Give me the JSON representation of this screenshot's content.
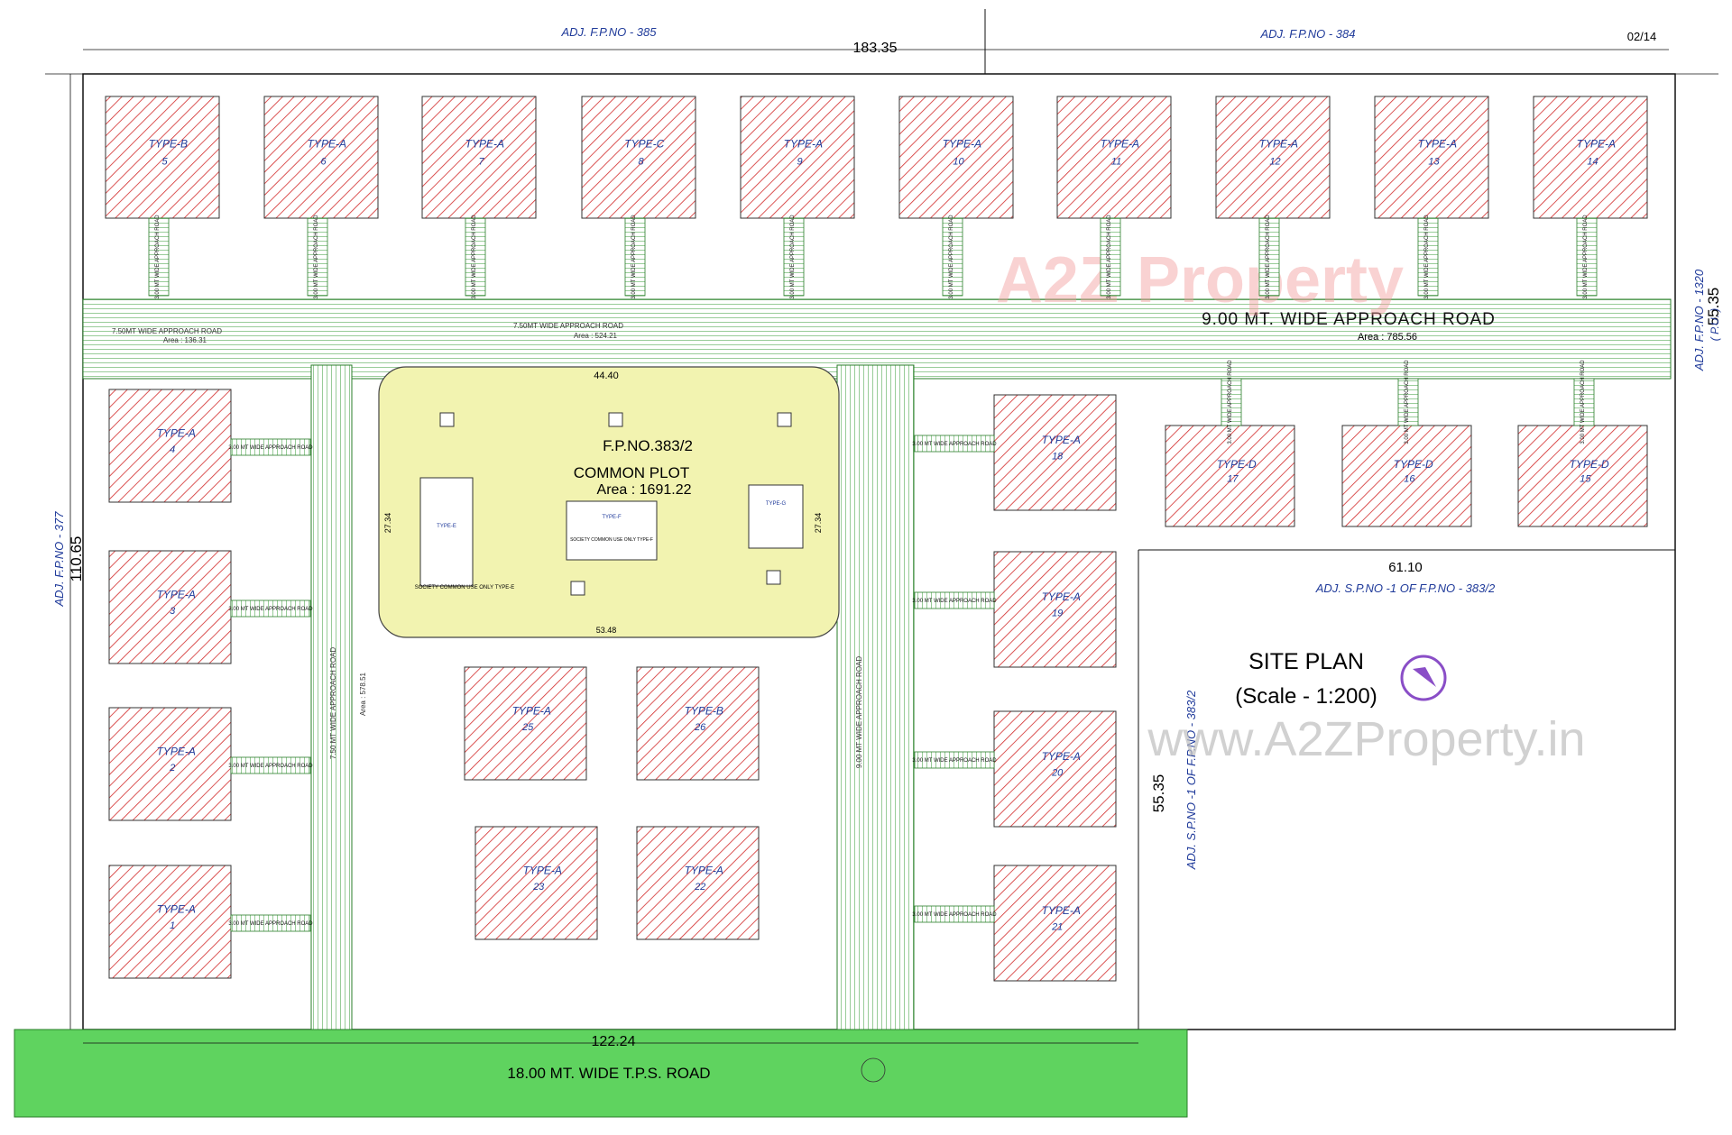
{
  "sheet": {
    "sheet_number": "02/14",
    "title": "SITE PLAN",
    "scale": "(Scale - 1:200)"
  },
  "adjacent": {
    "top_left": "ADJ. F.P.NO - 385",
    "top_right": "ADJ. F.P.NO - 384",
    "left": "ADJ. F.P.NO - 377",
    "right": "ADJ. F.P.NO - 1320",
    "right_sub": "( P.U. )",
    "mid_right": "ADJ. S.P.NO -1 OF F.P.NO - 383/2",
    "inner_right": "ADJ. S.P.NO -1 OF F.P.NO - 383/2"
  },
  "dimensions": {
    "top": "183.35",
    "left": "110.65",
    "right_top": "55.35",
    "inner_right": "55.35",
    "mid_right_width": "61.10",
    "bottom": "122.24",
    "common_plot_width": "44.40",
    "common_plot_height_left": "27.34",
    "common_plot_height_right": "27.34",
    "common_plot_bottom": "53.48"
  },
  "roads": {
    "main_road": "9.00 MT. WIDE APPROACH ROAD",
    "main_road_area": "Area : 785.56",
    "inner_road": "7.50MT WIDE APPROACH ROAD",
    "inner_road_area": "Area : 524.21",
    "left_road": "7.50MT WIDE APPROACH ROAD",
    "left_road_area": "Area : 136.31",
    "vertical_left": "7.50 MT WIDE APPROACH ROAD",
    "vertical_left_area": "Area : 578.51",
    "vertical_right": "9.00 MT WIDE APPROACH ROAD",
    "tps_road": "18.00 MT. WIDE T.P.S. ROAD",
    "approach_3m": "3.00 MT WIDE APPROACH ROAD"
  },
  "common_plot": {
    "fp_no": "F.P.NO.383/2",
    "name": "COMMON PLOT",
    "area": "Area : 1691.22",
    "society_e": "SOCIETY COMMON USE ONLY TYPE-E",
    "society_f": "SOCIETY COMMON USE ONLY TYPE-F",
    "type_e": "TYPE-E",
    "type_f": "TYPE-F",
    "type_g": "TYPE-G"
  },
  "watermarks": {
    "logo": "A2Z Property",
    "site": "www.A2ZProperty.in"
  },
  "top_row_units": [
    {
      "type": "TYPE-B",
      "no": "5"
    },
    {
      "type": "TYPE-A",
      "no": "6"
    },
    {
      "type": "TYPE-A",
      "no": "7"
    },
    {
      "type": "TYPE-C",
      "no": "8"
    },
    {
      "type": "TYPE-A",
      "no": "9"
    },
    {
      "type": "TYPE-A",
      "no": "10"
    },
    {
      "type": "TYPE-A",
      "no": "11"
    },
    {
      "type": "TYPE-A",
      "no": "12"
    },
    {
      "type": "TYPE-A",
      "no": "13"
    },
    {
      "type": "TYPE-A",
      "no": "14"
    }
  ],
  "left_column_units": [
    {
      "type": "TYPE-A",
      "no": "4"
    },
    {
      "type": "TYPE-A",
      "no": "3"
    },
    {
      "type": "TYPE-A",
      "no": "2"
    },
    {
      "type": "TYPE-A",
      "no": "1"
    }
  ],
  "center_units": [
    {
      "type": "TYPE-A",
      "no": "25"
    },
    {
      "type": "TYPE-B",
      "no": "26"
    },
    {
      "type": "TYPE-A",
      "no": "23"
    },
    {
      "type": "TYPE-A",
      "no": "22"
    }
  ],
  "right_column_units": [
    {
      "type": "TYPE-A",
      "no": "18"
    },
    {
      "type": "TYPE-A",
      "no": "19"
    },
    {
      "type": "TYPE-A",
      "no": "20"
    },
    {
      "type": "TYPE-A",
      "no": "21"
    }
  ],
  "right_row_units": [
    {
      "type": "TYPE-D",
      "no": "17"
    },
    {
      "type": "TYPE-D",
      "no": "16"
    },
    {
      "type": "TYPE-D",
      "no": "15"
    }
  ],
  "colors": {
    "green_road": "#5fd35f",
    "road_stripes": "#7fbf7f",
    "common_plot": "#f2f3b0",
    "unit_hatch": "#d22a2a",
    "text_blue": "#1f3a9a"
  }
}
